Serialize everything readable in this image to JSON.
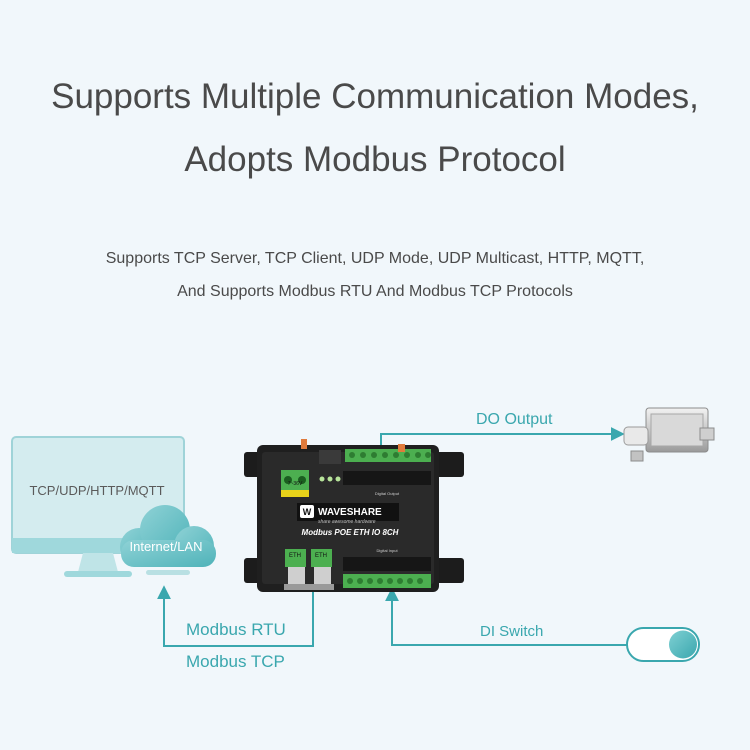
{
  "headline": {
    "line1": "Supports Multiple Communication Modes,",
    "line2": "Adopts Modbus Protocol"
  },
  "subtitle": {
    "line1": "Supports TCP Server, TCP Client, UDP Mode, UDP Multicast, HTTP, MQTT,",
    "line2": "And Supports Modbus RTU And Modbus TCP Protocols"
  },
  "diagram": {
    "monitor_label": "TCP/UDP/HTTP/MQTT",
    "cloud_label": "Internet/LAN",
    "do_output_label": "DO Output",
    "di_switch_label": "DI Switch",
    "modbus_rtu_label": "Modbus RTU",
    "modbus_tcp_label": "Modbus TCP",
    "device": {
      "brand": "WAVESHARE",
      "tagline": "share awesome hardware",
      "model": "Modbus POE ETH IO 8CH",
      "power_label": "7~36V",
      "eth_label": "ETH",
      "digital_output_label": "Digital Output",
      "digital_input_label": "Digital Input"
    },
    "colors": {
      "accent": "#3aa7ae",
      "monitor_screen": "#d4ecef",
      "device_body": "#1f1f1f",
      "terminal_green": "#4caf50"
    }
  }
}
